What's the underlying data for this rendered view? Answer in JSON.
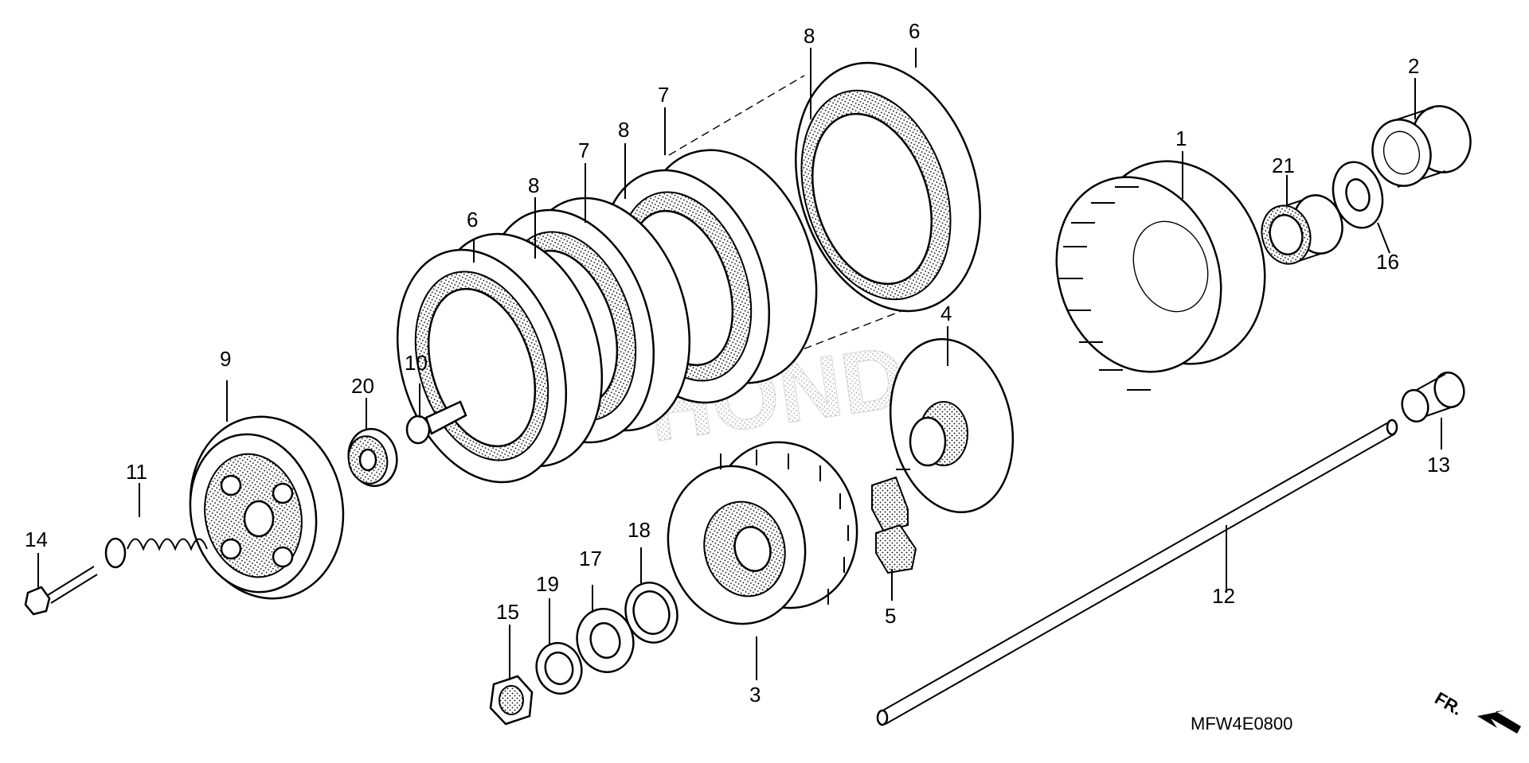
{
  "diagram": {
    "code": "MFW4E0800",
    "direction": "FR.",
    "watermark": "HONDA",
    "callouts": [
      {
        "id": "c1",
        "label": "1"
      },
      {
        "id": "c2",
        "label": "2"
      },
      {
        "id": "c3",
        "label": "3"
      },
      {
        "id": "c4",
        "label": "4"
      },
      {
        "id": "c5",
        "label": "5"
      },
      {
        "id": "c6a",
        "label": "6"
      },
      {
        "id": "c6b",
        "label": "6"
      },
      {
        "id": "c7a",
        "label": "7"
      },
      {
        "id": "c7b",
        "label": "7"
      },
      {
        "id": "c8a",
        "label": "8"
      },
      {
        "id": "c8b",
        "label": "8"
      },
      {
        "id": "c8c",
        "label": "8"
      },
      {
        "id": "c9",
        "label": "9"
      },
      {
        "id": "c10",
        "label": "10"
      },
      {
        "id": "c11",
        "label": "11"
      },
      {
        "id": "c12",
        "label": "12"
      },
      {
        "id": "c13",
        "label": "13"
      },
      {
        "id": "c14",
        "label": "14"
      },
      {
        "id": "c15",
        "label": "15"
      },
      {
        "id": "c16",
        "label": "16"
      },
      {
        "id": "c17",
        "label": "17"
      },
      {
        "id": "c18",
        "label": "18"
      },
      {
        "id": "c19",
        "label": "19"
      },
      {
        "id": "c20",
        "label": "20"
      },
      {
        "id": "c21",
        "label": "21"
      }
    ]
  }
}
